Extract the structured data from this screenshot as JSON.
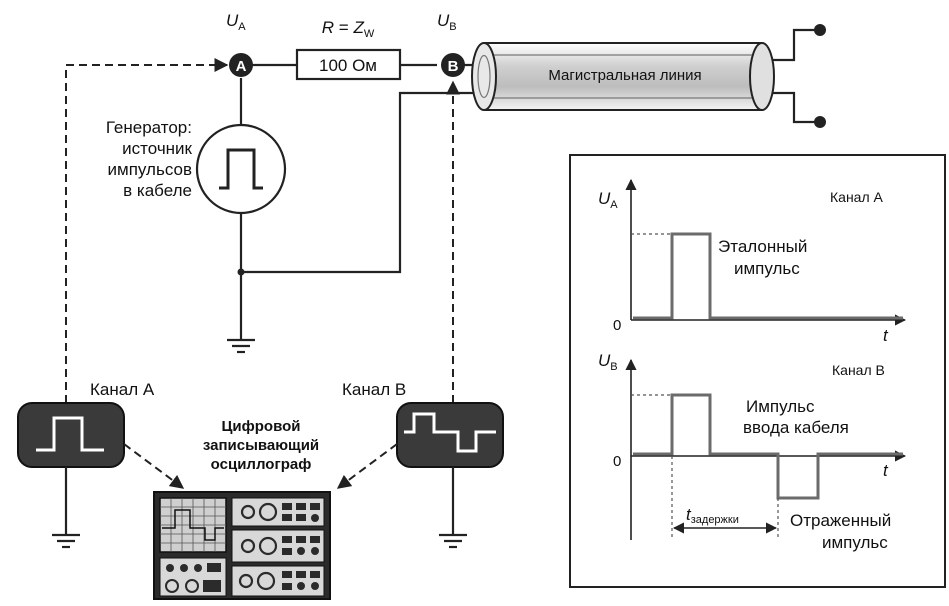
{
  "nodes": {
    "a": {
      "letter": "A",
      "voltage": "U",
      "voltage_sub": "A"
    },
    "b": {
      "letter": "B",
      "voltage": "U",
      "voltage_sub": "B"
    }
  },
  "resistor": {
    "label_R": "R",
    "label_eq": " = ",
    "label_Z": "Z",
    "label_Z_sub": "W",
    "value": "100 Ом"
  },
  "cable": {
    "label": "Магистральная линия"
  },
  "generator": {
    "label_lines": [
      "Генератор:",
      "источник",
      "импульсов",
      "в кабеле"
    ]
  },
  "channels": {
    "a": "Канал А",
    "b": "Канал В"
  },
  "oscilloscope": {
    "label_lines": [
      "Цифровой",
      "записывающий",
      "осциллограф"
    ]
  },
  "graph": {
    "channel_a": "Канал А",
    "channel_b": "Канал В",
    "u_a": "U",
    "u_a_sub": "A",
    "u_b": "U",
    "u_b_sub": "B",
    "zero_a": "0",
    "zero_b": "0",
    "t_a": "t",
    "t_b": "t",
    "reference_pulse": [
      "Эталонный",
      "импульс"
    ],
    "input_pulse": [
      "Импульс",
      "ввода кабеля"
    ],
    "reflected_pulse": [
      "Отраженный",
      "импульс"
    ],
    "delay": "t",
    "delay_sub": "задержки"
  }
}
